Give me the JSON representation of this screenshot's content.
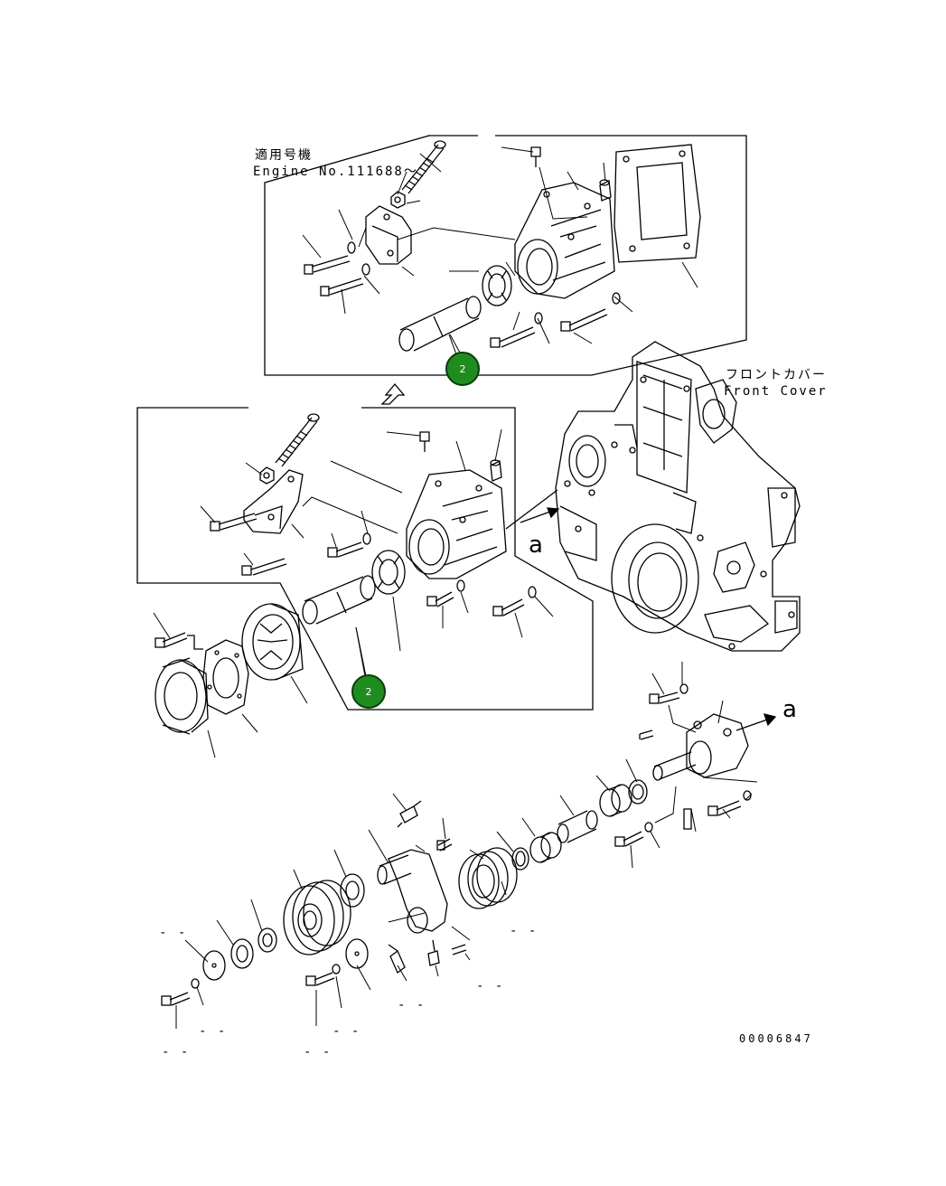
{
  "labels": {
    "applicable_jp": "適用号機",
    "engine_no": "Engine No.111688～",
    "front_cover_jp": "フロントカバー",
    "front_cover": "Front Cover",
    "drawing_number": "00006847",
    "ref_a": "a",
    "dash": "- -"
  },
  "callouts": [
    {
      "label": "2"
    },
    {
      "label": "2"
    }
  ],
  "colors": {
    "callout_fill": "#1e8c1e",
    "line": "#000000",
    "background": "#ffffff"
  }
}
